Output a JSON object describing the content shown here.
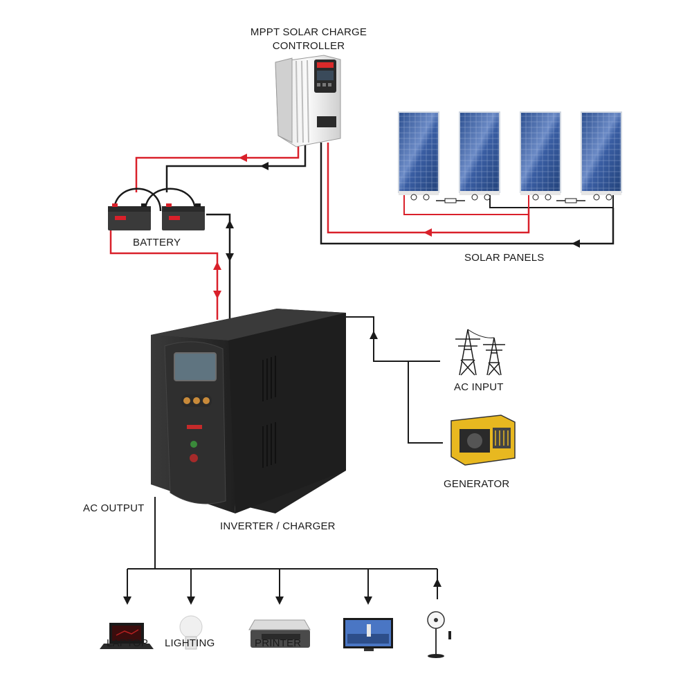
{
  "labels": {
    "controller_line1": "MPPT SOLAR CHARGE",
    "controller_line2": "CONTROLLER",
    "battery": "BATTERY",
    "solar_panels": "SOLAR PANELS",
    "ac_input": "AC INPUT",
    "generator": "GENERATOR",
    "ac_output": "AC OUTPUT",
    "inverter": "INVERTER / CHARGER",
    "load_laptop": "LAPTOP",
    "load_lighting": "LIGHTING",
    "load_printer": "PRINTER"
  },
  "colors": {
    "positive_wire": "#d9202a",
    "negative_wire": "#1a1a1a",
    "inverter_body": "#2b2b2b"
  },
  "icons": [
    "mppt-controller-icon",
    "solar-panel-icon",
    "battery-icon",
    "inverter-icon",
    "power-tower-icon",
    "generator-icon",
    "laptop-icon",
    "light-bulb-icon",
    "printer-icon",
    "tv-icon",
    "fan-icon"
  ]
}
